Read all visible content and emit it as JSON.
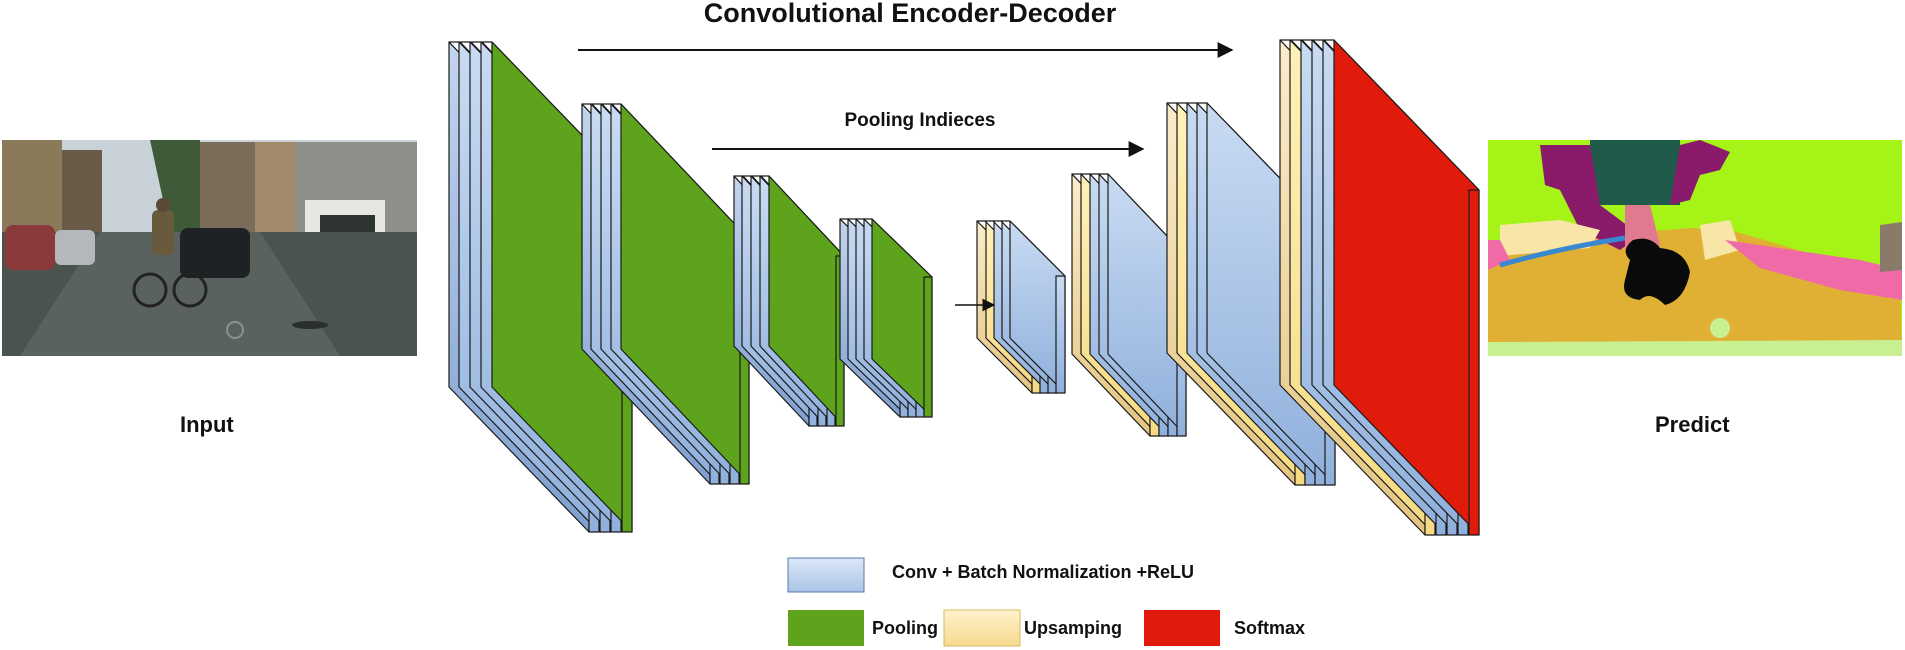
{
  "title": "Convolutional Encoder-Decoder",
  "pooling_indices_label": "Pooling Indieces",
  "input_label": "Input",
  "predict_label": "Predict",
  "legend": {
    "conv": "Conv + Batch Normalization +ReLU",
    "pooling": "Pooling",
    "upsampling": "Upsamping",
    "softmax": "Softmax"
  },
  "colors": {
    "conv": "#a9c4e6",
    "pooling": "#5ea31c",
    "upsampling": "#f4dca0",
    "softmax": "#e01b0b"
  }
}
